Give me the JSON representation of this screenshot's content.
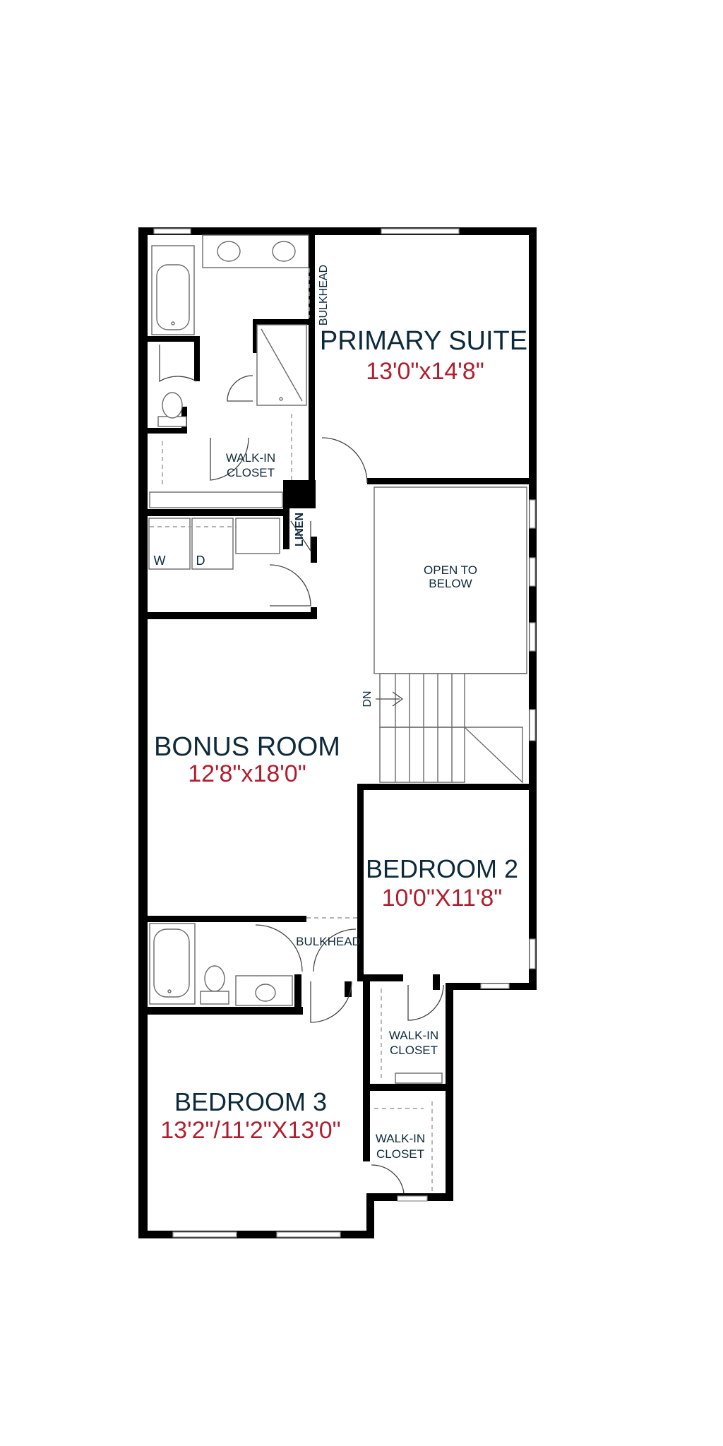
{
  "rooms": {
    "primary_suite": {
      "name": "PRIMARY SUITE",
      "size": "13'0\"x14'8\""
    },
    "bonus_room": {
      "name": "BONUS ROOM",
      "size": "12'8\"x18'0\""
    },
    "bedroom_2": {
      "name": "BEDROOM 2",
      "size": "10'0\"X11'8\""
    },
    "bedroom_3": {
      "name": "BEDROOM 3",
      "size": "13'2\"/11'2\"X13'0\""
    }
  },
  "labels": {
    "walk_in_closet_primary": [
      "WALK-IN",
      "CLOSET"
    ],
    "walk_in_closet_bed2": [
      "WALK-IN",
      "CLOSET"
    ],
    "walk_in_closet_bed3": [
      "WALK-IN",
      "CLOSET"
    ],
    "open_to_below": [
      "OPEN TO",
      "BELOW"
    ],
    "bulkhead_upper": "BULKHEAD",
    "bulkhead_lower": "BULKHEAD",
    "linen": "LINEN",
    "washer": "W",
    "dryer": "D",
    "stair_down": "DN"
  },
  "colors": {
    "room_name": "#0d2a3b",
    "dimension": "#b01e2e",
    "wall": "#000000"
  }
}
